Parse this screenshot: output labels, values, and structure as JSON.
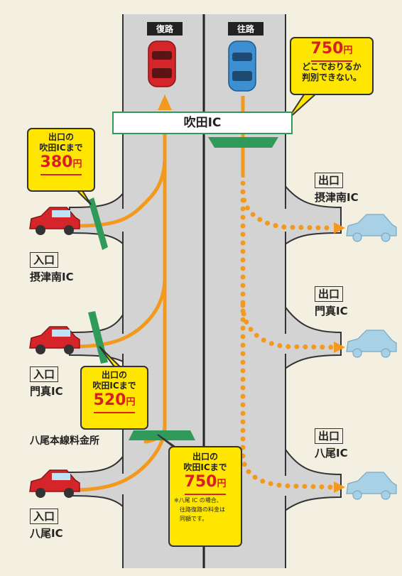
{
  "lanes": {
    "return_label": "復路",
    "outbound_label": "往路"
  },
  "ic_bar": {
    "label": "吹田IC"
  },
  "callouts": {
    "top_right": {
      "price": "750",
      "yen": "円",
      "line1": "どこでおりるか",
      "line2": "判別できない。"
    },
    "settsu": {
      "line1": "出口の",
      "line2": "吹田ICまで",
      "price": "380",
      "yen": "円"
    },
    "kadoma": {
      "line1": "出口の",
      "line2": "吹田ICまで",
      "price": "520",
      "yen": "円"
    },
    "yao": {
      "line1": "出口の",
      "line2": "吹田ICまで",
      "price": "750",
      "yen": "円",
      "note1": "※八尾 IC の場合、",
      "note2": "往路復路の料金は",
      "note3": "同額です。"
    }
  },
  "entrances": [
    {
      "tag": "入口",
      "name": "摂津南IC"
    },
    {
      "tag": "入口",
      "name": "門真IC"
    },
    {
      "tag": "入口",
      "name": "八尾IC"
    }
  ],
  "exits": [
    {
      "tag": "出口",
      "name": "摂津南IC"
    },
    {
      "tag": "出口",
      "name": "門真IC"
    },
    {
      "tag": "出口",
      "name": "八尾IC"
    }
  ],
  "plaza": {
    "label": "八尾本線料金所"
  },
  "colors": {
    "background": "#f3efe1",
    "road": "#d3d3d3",
    "route": "#f39a1e",
    "callout": "#ffe600",
    "price": "#d82020",
    "gate": "#2f9a5a",
    "car_red": "#d4252a",
    "car_blue": "#3c8fd0",
    "car_faded": "#a9d1e6"
  }
}
